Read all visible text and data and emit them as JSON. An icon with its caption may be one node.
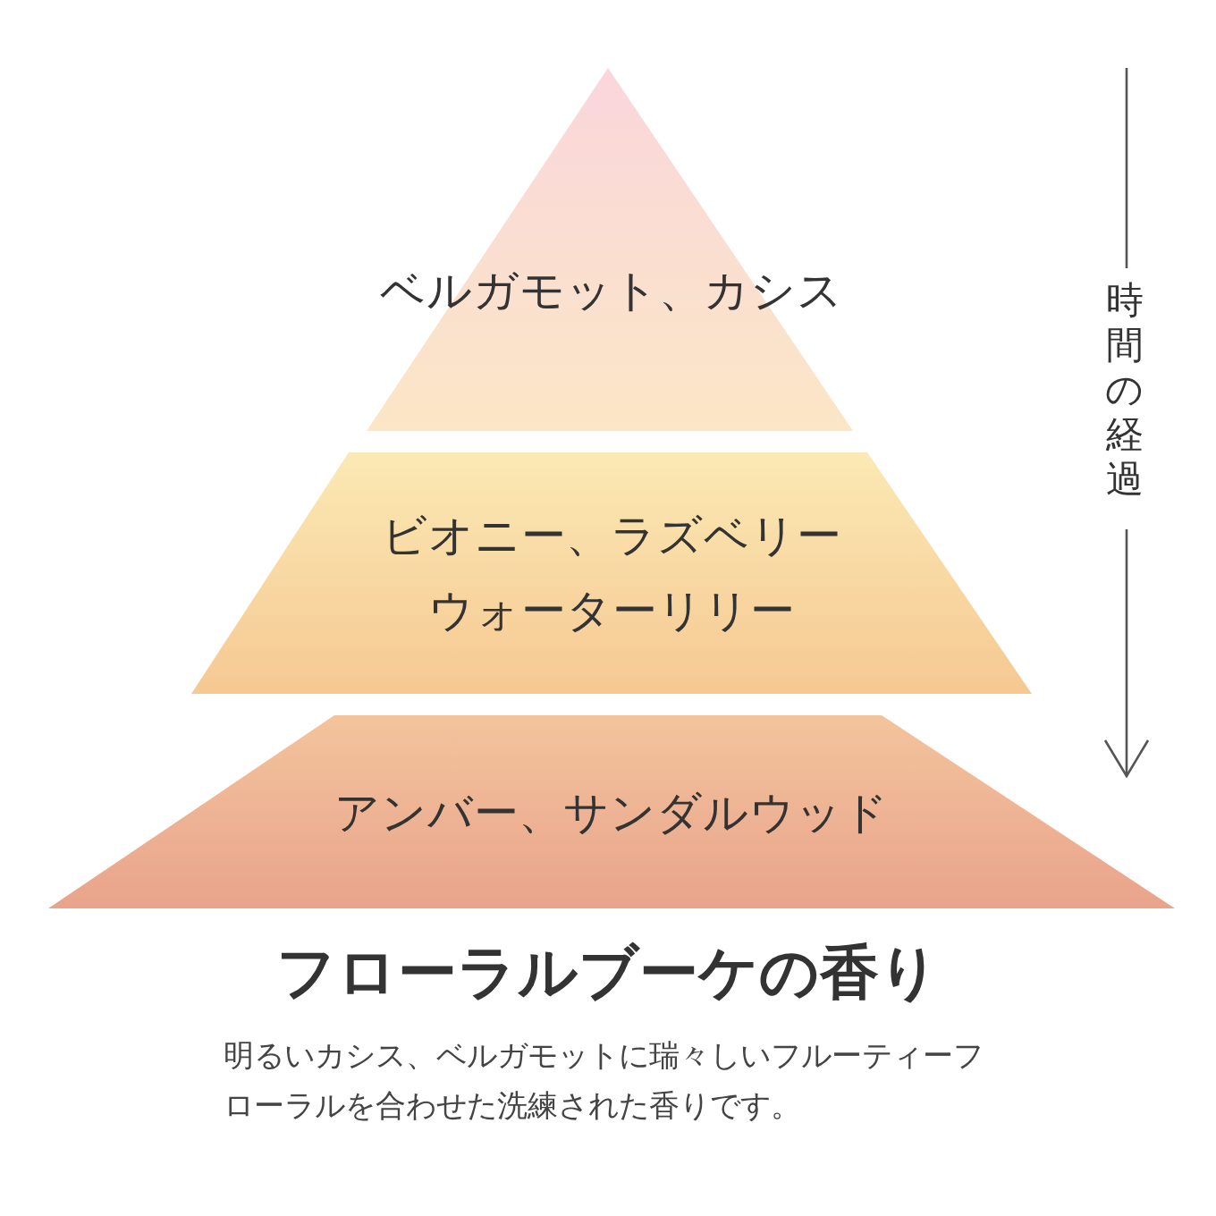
{
  "diagram": {
    "title": "フローラルブーケの香り",
    "caption": "明るいカシス、ベルガモットに瑞々しいフルーティーフローラルを合わせた洗練された香りです。",
    "nodes": [
      {
        "text": [
          "ベルガモット、カシス"
        ]
      },
      {
        "text": [
          "ビオニー、ラズベリー",
          "ウォーターリリー"
        ]
      },
      {
        "text": [
          "アンバー、サンダルウッド"
        ]
      }
    ],
    "labels": [
      "時間の経過"
    ]
  }
}
